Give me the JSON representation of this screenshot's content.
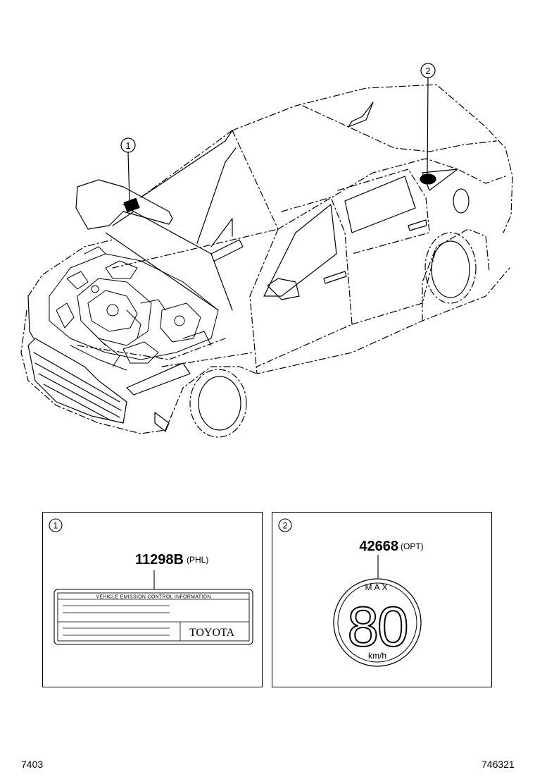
{
  "callouts": {
    "one": "1",
    "two": "2"
  },
  "panel_1": {
    "index": "1",
    "part_number": "11298B",
    "suffix": "(PHL)",
    "label_title": "VEHICLE EMISSION CONTROL INFORMATION",
    "brand": "TOYOTA"
  },
  "panel_2": {
    "index": "2",
    "part_number": "42668",
    "suffix": "(OPT)",
    "top_text": "MAX",
    "speed": "80",
    "unit": "km/h"
  },
  "footer": {
    "left": "7403",
    "right": "746321"
  }
}
